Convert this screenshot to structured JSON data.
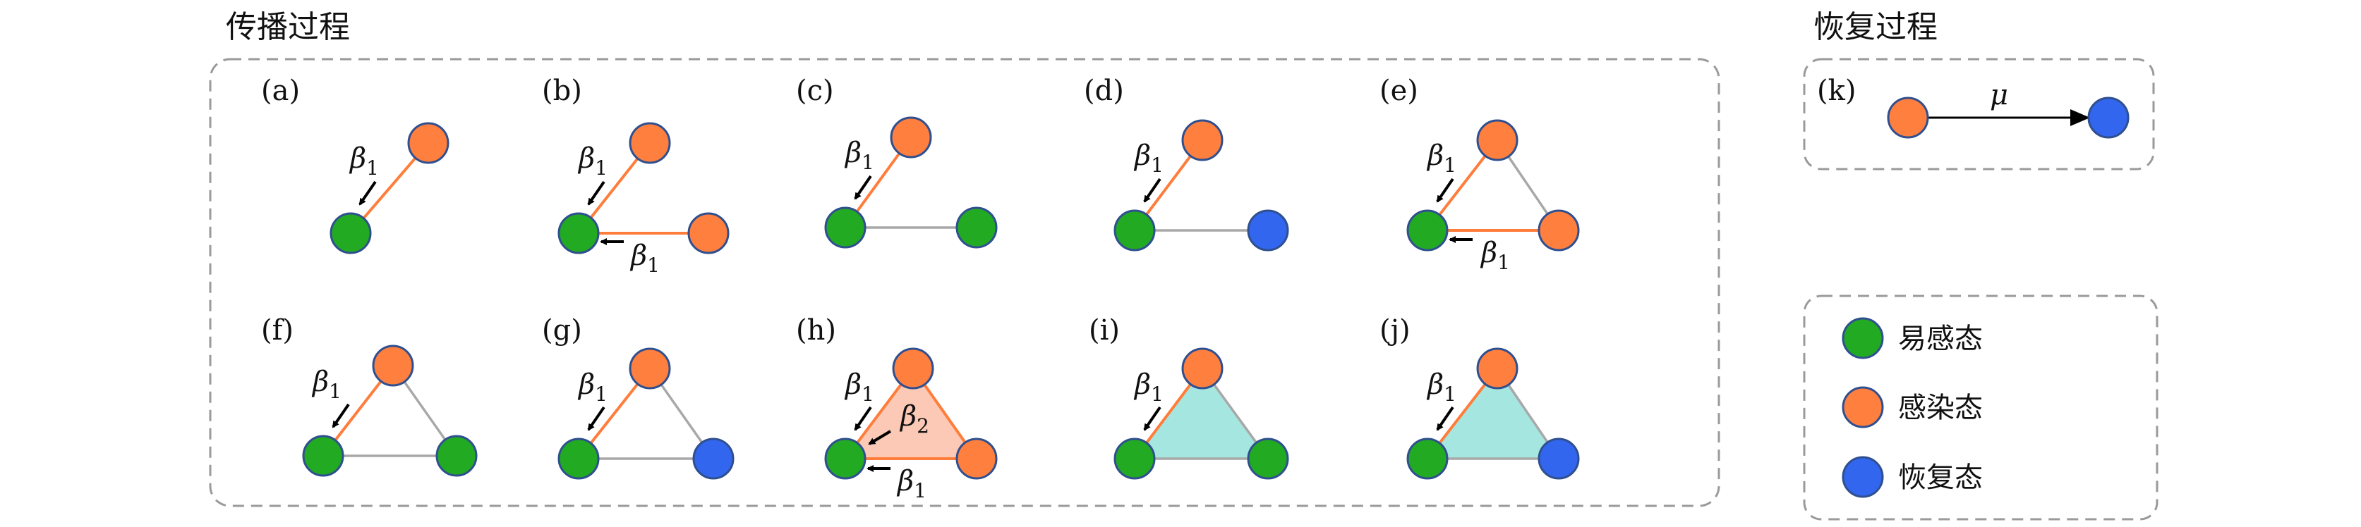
{
  "titles": {
    "spread": "传播过程",
    "recovery": "恢复过程"
  },
  "panels": {
    "a": "(a)",
    "b": "(b)",
    "c": "(c)",
    "d": "(d)",
    "e": "(e)",
    "f": "(f)",
    "g": "(g)",
    "h": "(h)",
    "i": "(i)",
    "j": "(j)",
    "k": "(k)"
  },
  "rates": {
    "beta": "β",
    "sub1": "1",
    "sub2": "2",
    "mu": "μ"
  },
  "legend": {
    "susceptible": "易感态",
    "infected": "感染态",
    "recovered": "恢复态"
  },
  "colors": {
    "susceptible": "#22aa22",
    "infected": "#ff7f3f",
    "recovered": "#3366ee",
    "infected_edge": "#ff7d3b",
    "neutral_edge": "#a8a8a8",
    "simplex_infected": "#fbc9b6",
    "simplex_neutral": "#a6e6e0",
    "box_border": "#9a9a9a"
  }
}
